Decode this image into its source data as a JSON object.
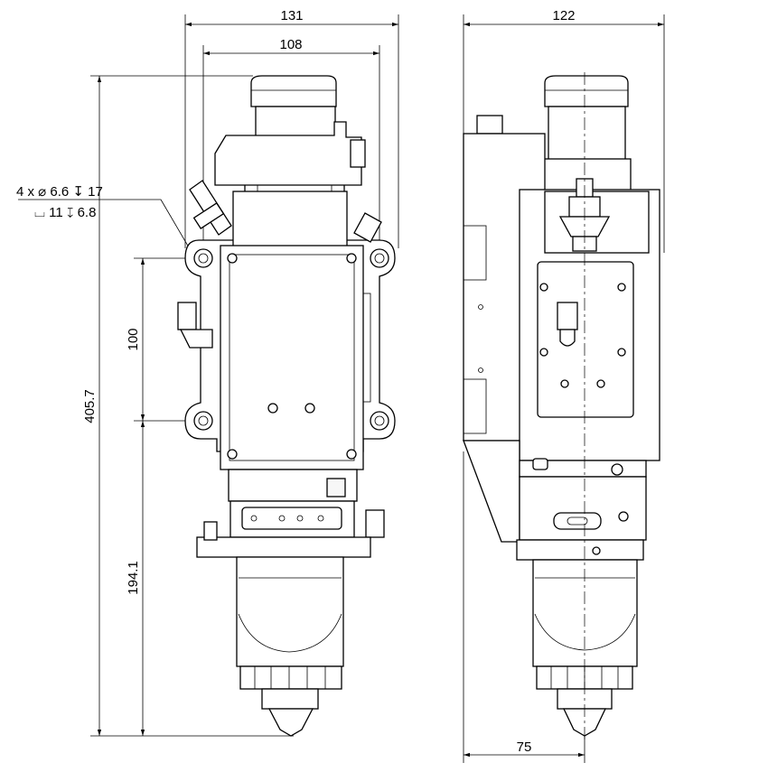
{
  "dimensions": {
    "front_width_outer": "131",
    "front_width_inner": "108",
    "side_width": "122",
    "overall_height": "405.7",
    "hole_spacing": "100",
    "lower_height": "194.1",
    "side_offset": "75"
  },
  "hole_note": {
    "line1": "4 x ⌀ 6.6 ↧ 17",
    "line2": "⌴ 11 ↧ 6.8"
  }
}
